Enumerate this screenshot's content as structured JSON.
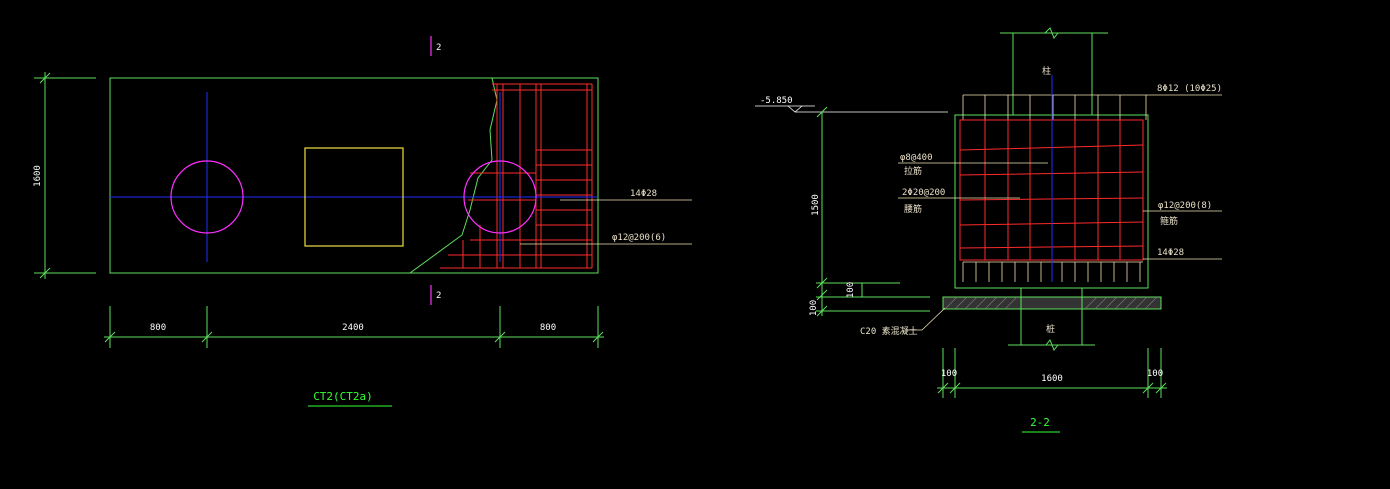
{
  "colors": {
    "background": "#000000",
    "outline": "#5ee15e",
    "rebar": "#ff2a2a",
    "axis": "#2030ff",
    "pile": "#ff30ff",
    "column": "#f0e040",
    "text": "#ffffff"
  },
  "plan": {
    "title": "CT2(CT2a)",
    "section_mark": "2",
    "dims": {
      "height": "1600",
      "left": "800",
      "middle": "2400",
      "right": "800"
    },
    "labels": {
      "bars_main": "14Φ28",
      "stirrups": "φ12@200(6)"
    }
  },
  "section": {
    "title": "2-2",
    "elevation": "-5.850",
    "column_label": "柱",
    "pile_label": "桩",
    "dims": {
      "height": "1500",
      "cover_top": "100",
      "cover_bottom": "100",
      "width": "1600",
      "side_left": "100",
      "side_right": "100"
    },
    "labels": {
      "top_bars": "8Φ12  (10Φ25)",
      "col_tie": "φ8@400",
      "col_tie_note": "拉筋",
      "side_bars": "2Φ20@200",
      "side_note": "腰筋",
      "stirrup": "φ12@200(8)",
      "stirrup_note": "箍筋",
      "bottom_bars": "14Φ28",
      "concrete": "C20  素混凝土"
    }
  }
}
